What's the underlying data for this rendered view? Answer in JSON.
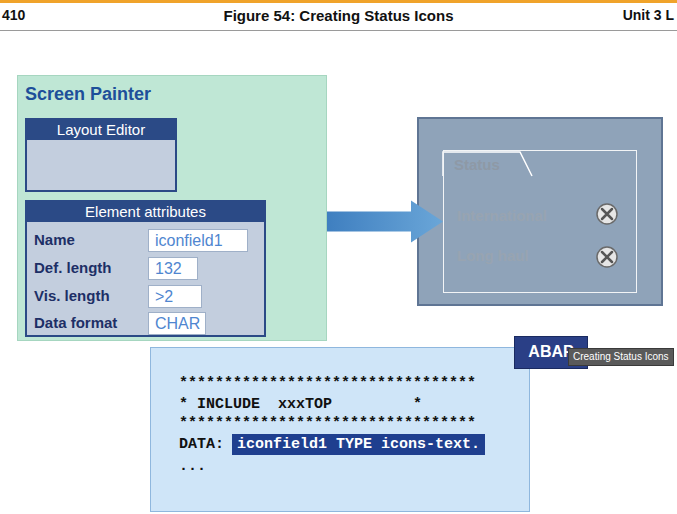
{
  "diagram": {
    "title": "Figure 54: Creating Status Icons",
    "nodes": [
      {
        "text": [
          "Screen Painter"
        ]
      },
      {
        "text": [
          "Layout Editor"
        ],
        "in": 0
      },
      {
        "text": [
          "Element attributes",
          "Name",
          "Def. length",
          "Vis. length",
          "Data format"
        ],
        "in": 0
      },
      {
        "text": [
          "iconfield1"
        ],
        "in": 2
      },
      {
        "text": [
          "132"
        ],
        "in": 2
      },
      {
        "text": [
          ">2"
        ],
        "in": 2
      },
      {
        "text": [
          "CHAR"
        ],
        "in": 2
      },
      {
        "text": [
          "Status",
          "International",
          "Long haul"
        ]
      },
      {
        "text": [
          "*********************************",
          "* INCLUDE  xxxTOP         *",
          "*********************************",
          "DATA:",
          "iconfield1 TYPE icons-text.",
          "..."
        ]
      },
      {
        "text": [
          "ABAP"
        ]
      },
      {
        "text": [
          "Creating Status Icons"
        ]
      }
    ],
    "edges": [
      {
        "from": 0,
        "to": 7,
        "arrow": "to"
      }
    ],
    "labels": [
      "410",
      "Unit 3 L"
    ]
  }
}
